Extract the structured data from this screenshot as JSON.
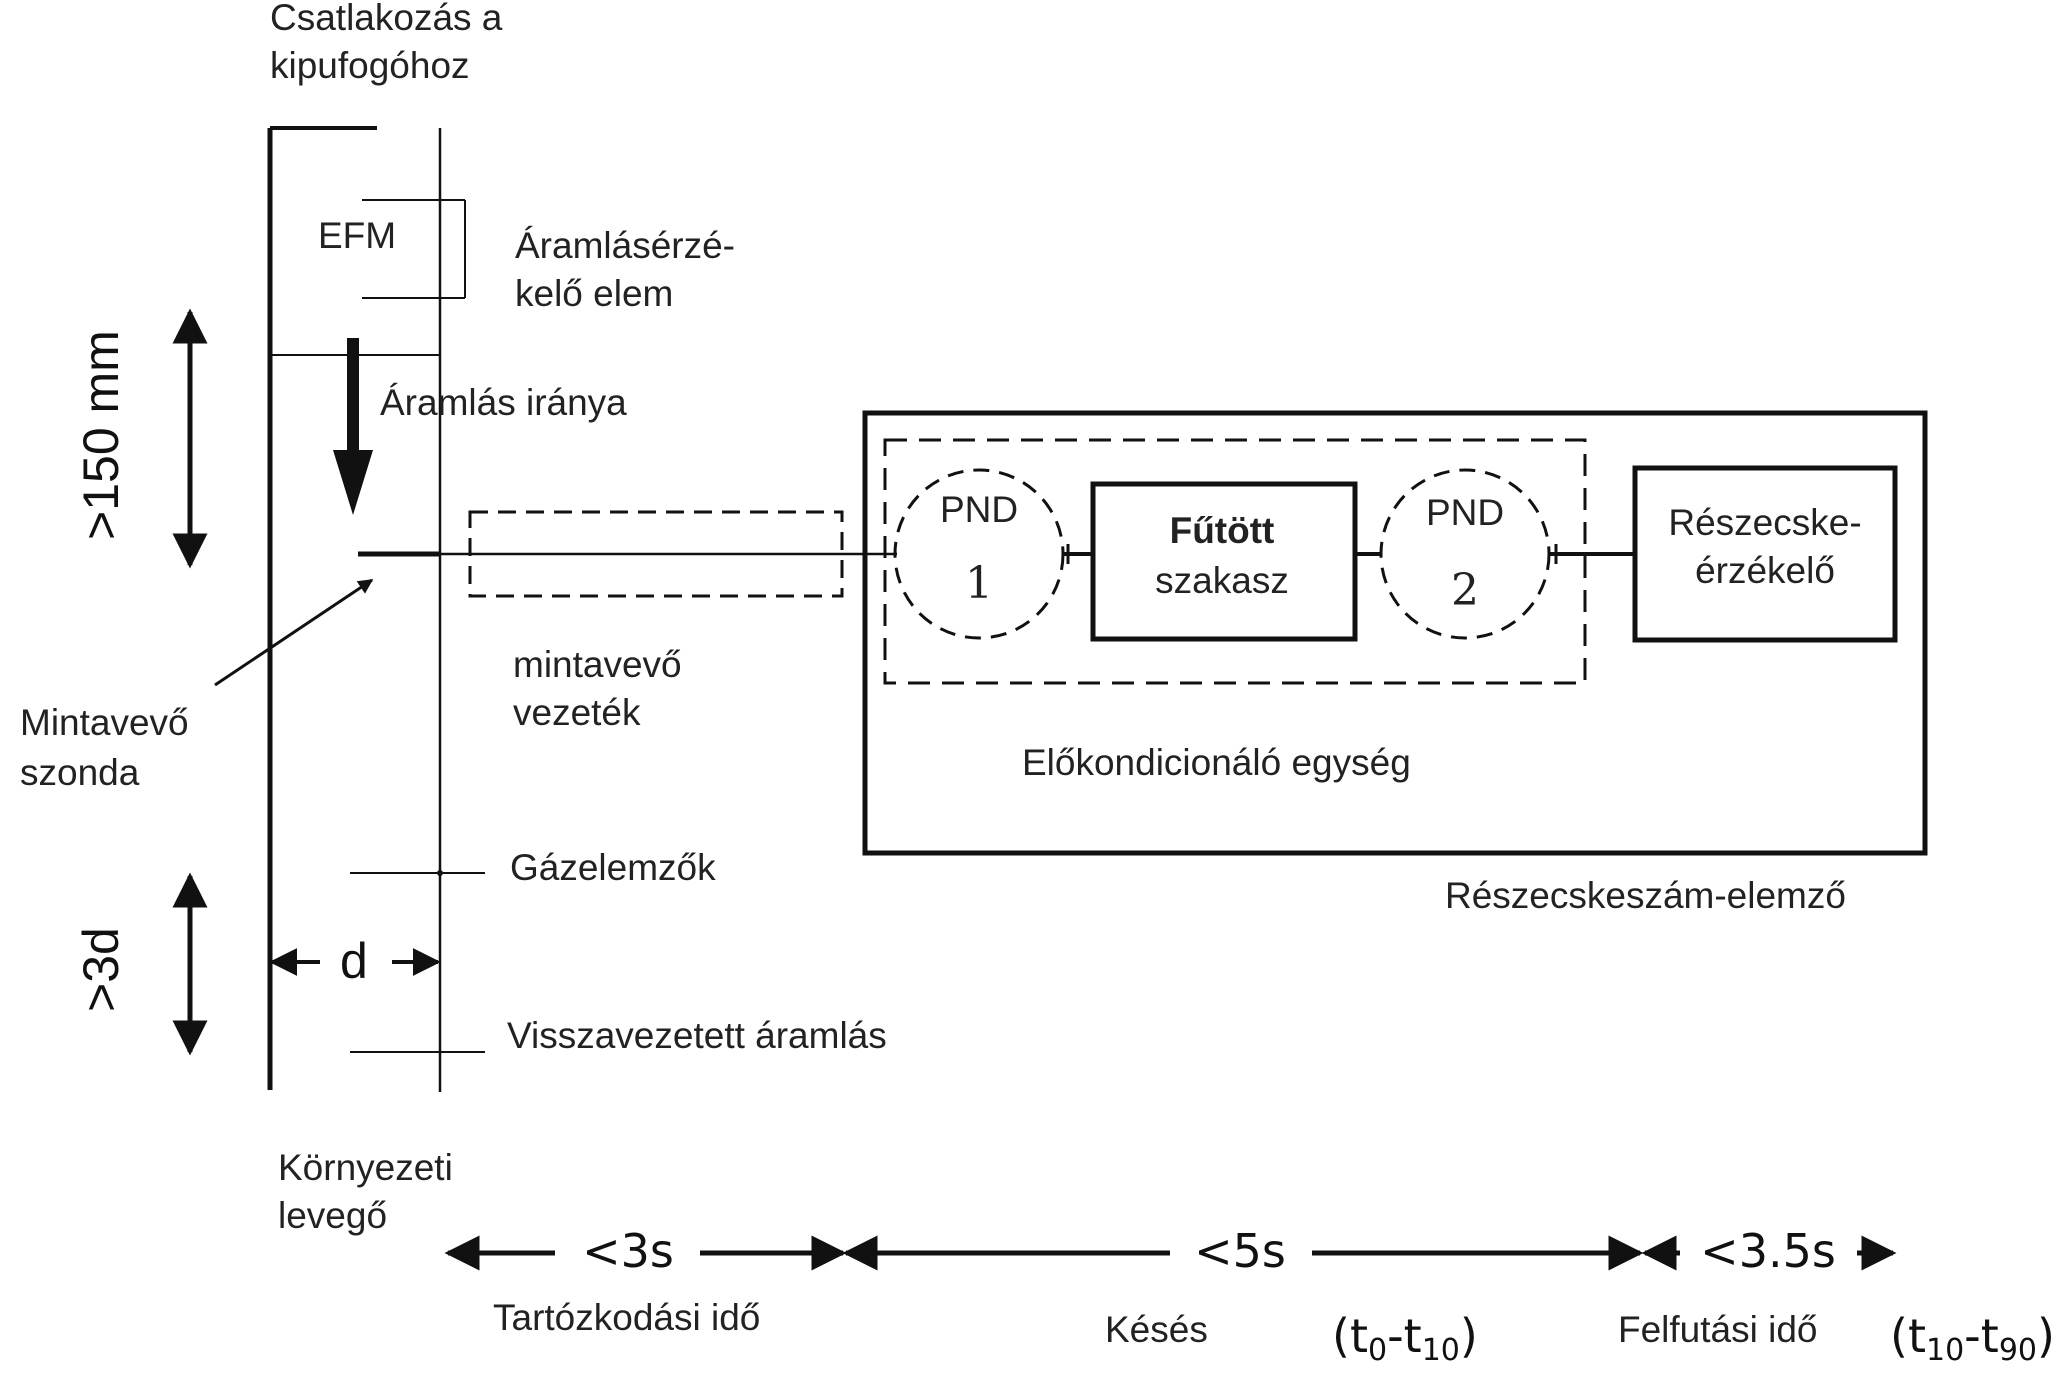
{
  "labels": {
    "exhaust_connection_l1": "Csatlakozás  a",
    "exhaust_connection_l2": "kipufogóhoz",
    "efm": "EFM",
    "flow_sensor_l1": "Áramlásérzé-",
    "flow_sensor_l2": "kelő elem",
    "flow_direction": "Áramlás  iránya",
    "dim_150mm": ">150 mm",
    "dim_3d": ">3d",
    "dim_d": "d",
    "probe_l1": "Mintavevő",
    "probe_l2": "szonda",
    "sample_line_l1": "mintavevő",
    "sample_line_l2": "vezeték",
    "gas_analyzers": "Gázelemzők",
    "return_flow": "Visszavezetett  áramlás",
    "ambient_l1": "Környezeti",
    "ambient_l2": "levegő",
    "pnd1_l1": "PND",
    "pnd1_l2": "1",
    "heated_l1": "Fűtött",
    "heated_l2": "szakasz",
    "pnd2_l1": "PND",
    "pnd2_l2": "2",
    "detector_l1": "Részecske-",
    "detector_l2": "érzékelő",
    "preconditioning_unit": "Előkondicionáló  egység",
    "particle_counter": "Részecskeszám-elemző"
  },
  "timeline": {
    "residence_value": "<3s",
    "residence_label": "Tartózkodási  idő",
    "delay_value": "<5s",
    "delay_label": "Késés",
    "delay_t_open": "(t",
    "delay_t_sub1": "0",
    "delay_t_mid": "-t",
    "delay_t_sub2": "10",
    "delay_t_close": ")",
    "rise_value": "<3.5s",
    "rise_label": "Felfutási  idő",
    "rise_t_open": "(t",
    "rise_t_sub1": "10",
    "rise_t_mid": "-t",
    "rise_t_sub2": "90",
    "rise_t_close": ")"
  }
}
